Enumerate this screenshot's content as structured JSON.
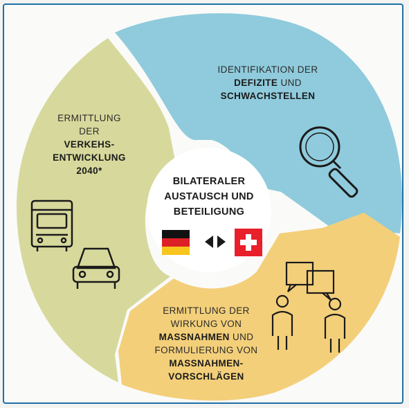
{
  "center": {
    "title_line1": "BILATERALER",
    "title_line2": "AUSTAUSCH UND",
    "title_line3": "BETEILIGUNG",
    "flag_left": "germany-flag",
    "flag_right": "switzerland-flag"
  },
  "segments": {
    "top": {
      "line1": "IDENTIFIKATION DER",
      "line2_bold": "DEFIZITE",
      "line2_rest": " UND",
      "line3_bold": "SCHWACHSTELLEN",
      "icon": "magnifier-icon",
      "color": "#8fcbdc"
    },
    "left": {
      "line1": "ERMITTLUNG",
      "line2": "DER",
      "line3_bold": "VERKEHS-",
      "line4_bold": "ENTWICKLUNG",
      "line5_bold": "2040*",
      "icons": [
        "truck-icon",
        "car-icon"
      ],
      "color": "#d7d99c"
    },
    "bottom": {
      "line1": "ERMITTLUNG DER",
      "line2": "WIRKUNG VON",
      "line3_bold": "MASSNAHMEN",
      "line3_rest": " UND",
      "line4": "FORMULIERUNG VON",
      "line5_bold": "MASSNAHMEN-",
      "line6_bold": "VORSCHLÄGEN",
      "icon": "discussion-people-icon",
      "color": "#f3cf7a"
    }
  },
  "colors": {
    "frame": "#1f6fa7",
    "hub": "#ffffff"
  }
}
